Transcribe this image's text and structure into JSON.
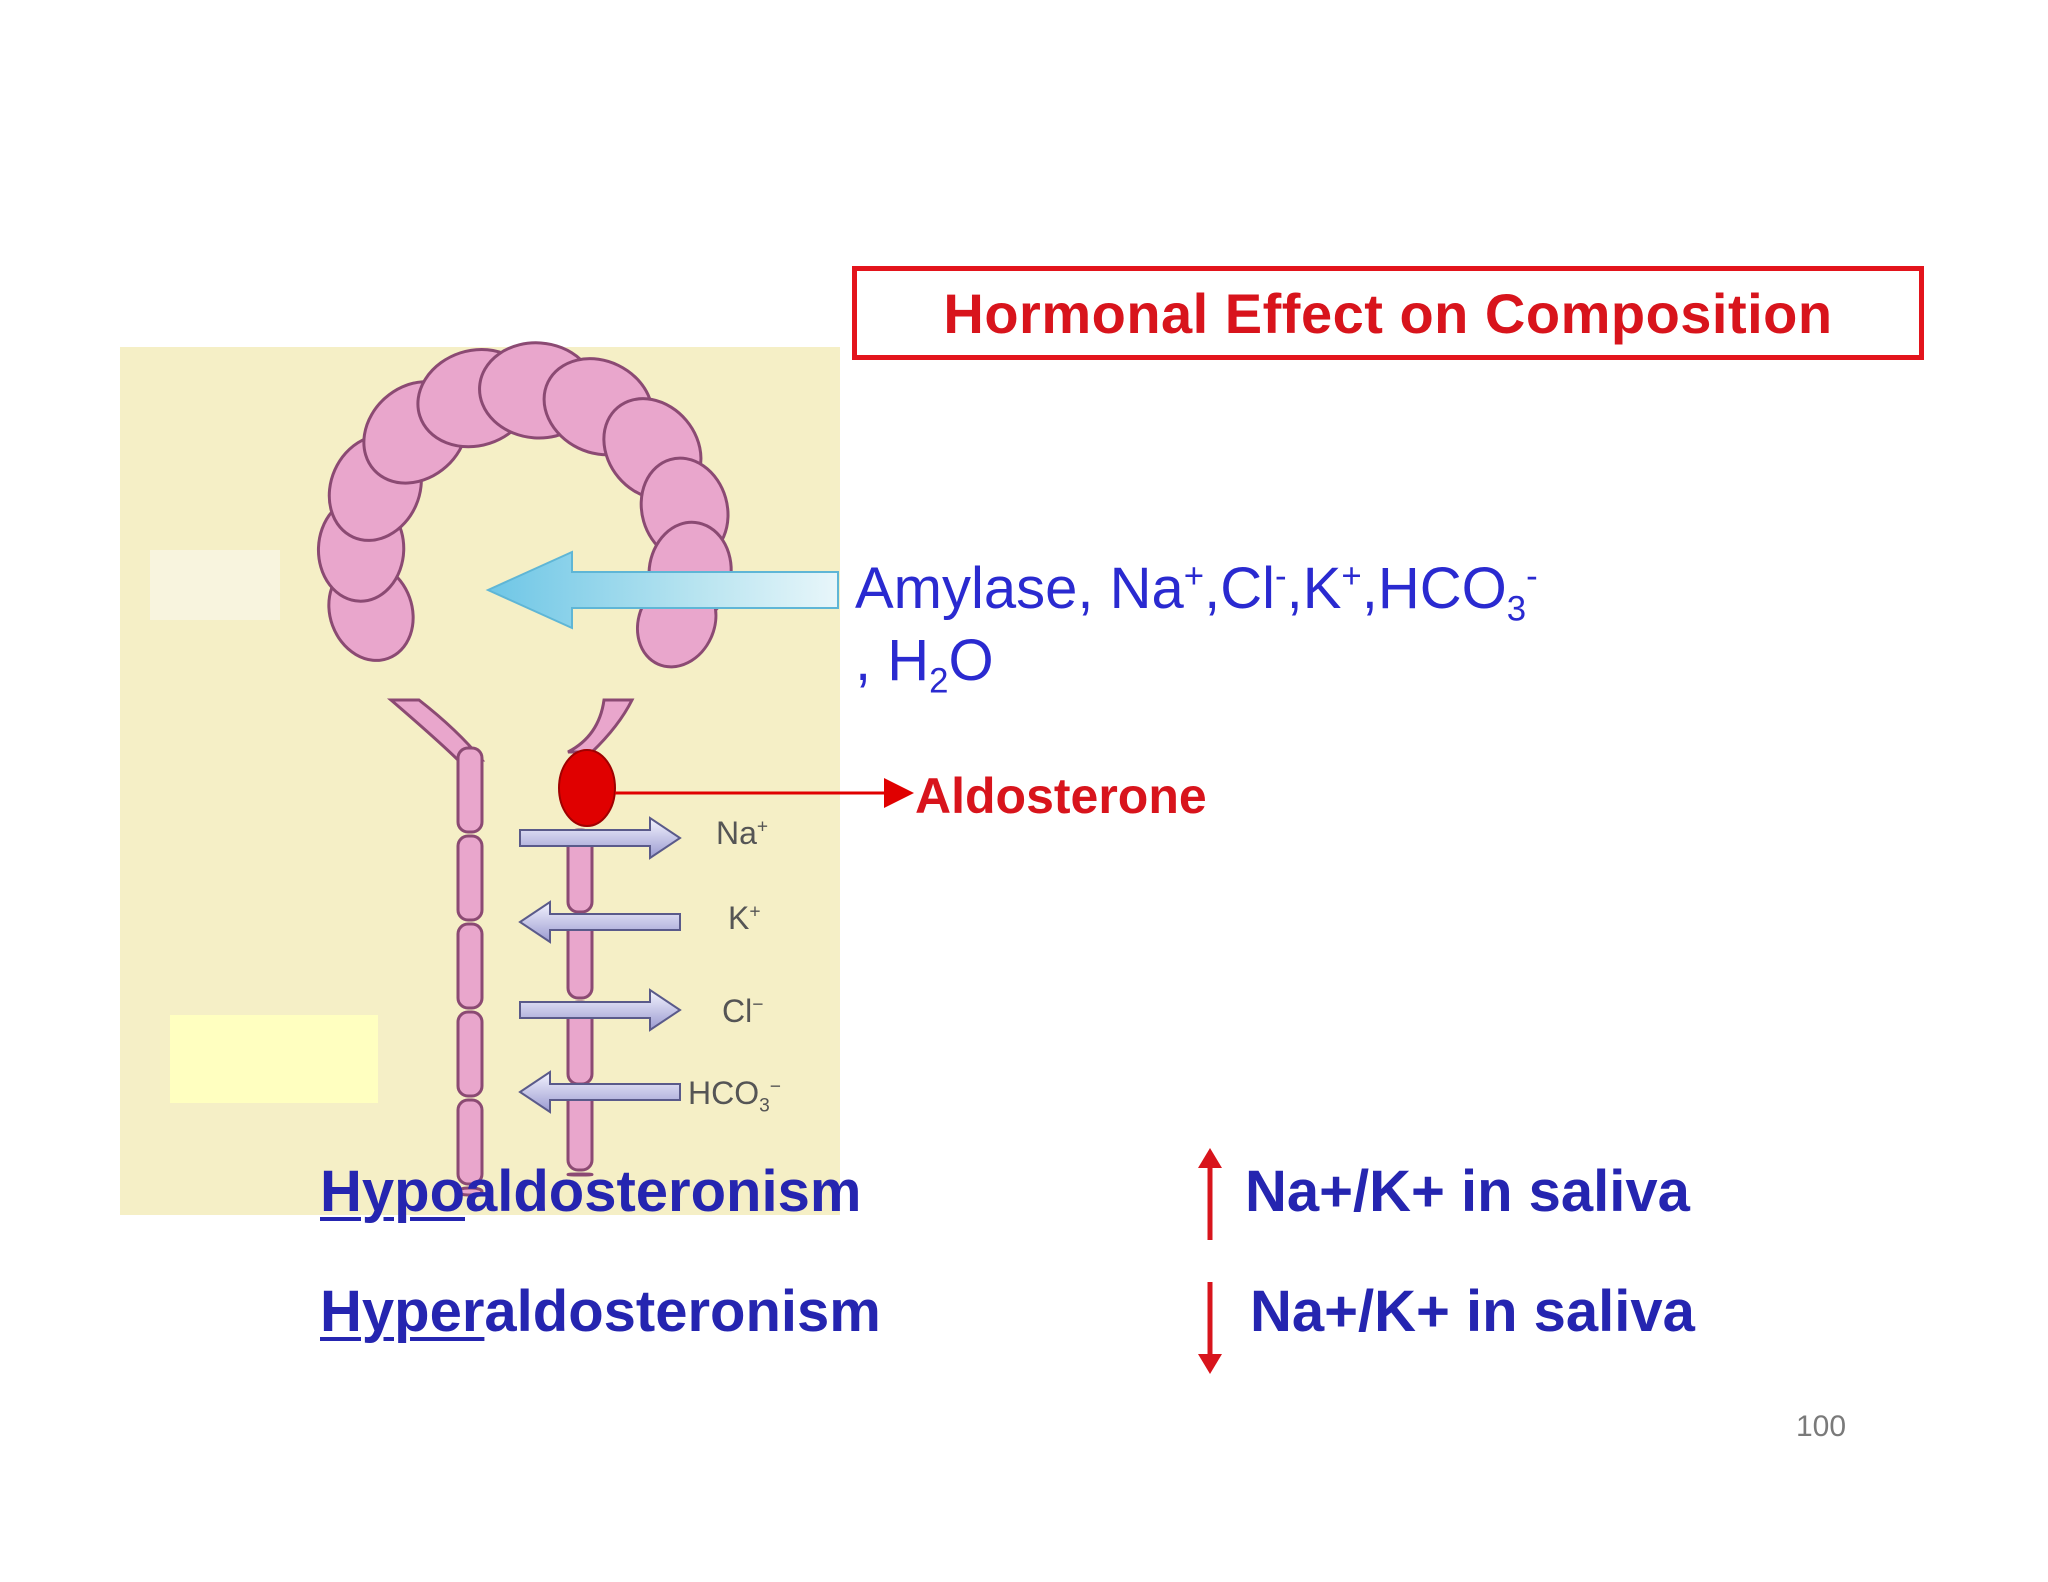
{
  "title": "Hormonal Effect on Composition",
  "secretion": {
    "line1_prefix": "Amylase, Na",
    "na_sup": "+",
    "sep1": ",Cl",
    "cl_sup": "-",
    "sep2": ",K",
    "k_sup": "+",
    "sep3": ",HCO",
    "hco3_sub": "3",
    "hco3_sup": "-",
    "line2_prefix": ", H",
    "h2o_sub": "2",
    "line2_suffix": "O"
  },
  "hormone": "Aldosterone",
  "ions": {
    "na": "Na",
    "na_sup": "+",
    "k": "K",
    "k_sup": "+",
    "cl": "Cl",
    "cl_sup": "−",
    "hco3": "HCO",
    "hco3_sub": "3",
    "hco3_sup": "−"
  },
  "conditions": [
    {
      "prefix": "Hypo",
      "suffix": "aldosteronism",
      "effect": "Na+/K+ in saliva",
      "direction": "up"
    },
    {
      "prefix": "Hyper",
      "suffix": "aldosteronism",
      "effect": "Na+/K+ in saliva",
      "direction": "down"
    }
  ],
  "page_number": "100",
  "colors": {
    "panel_bg": "#f5efc6",
    "highlight": "#ffffc0",
    "lobe_fill": "#e9a6cc",
    "lobe_stroke": "#8b4a73",
    "aldosterone_red": "#e00000",
    "title_red": "#d8141c",
    "secretion_blue": "#2a2ad0",
    "condition_blue": "#2525b0",
    "arrow_blue": "#7fd0e8",
    "ion_arrow": "#b4b4dc"
  }
}
